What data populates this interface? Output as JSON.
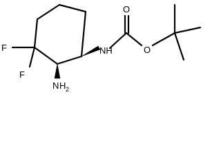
{
  "molecule": {
    "atoms": {
      "fluorine_1": "F",
      "fluorine_2": "F",
      "amine_n": "N",
      "amine_h": "H",
      "amine_h_count": "2",
      "carbamate_nh": "NH",
      "carbonyl_o": "O",
      "ester_o": "O"
    }
  }
}
